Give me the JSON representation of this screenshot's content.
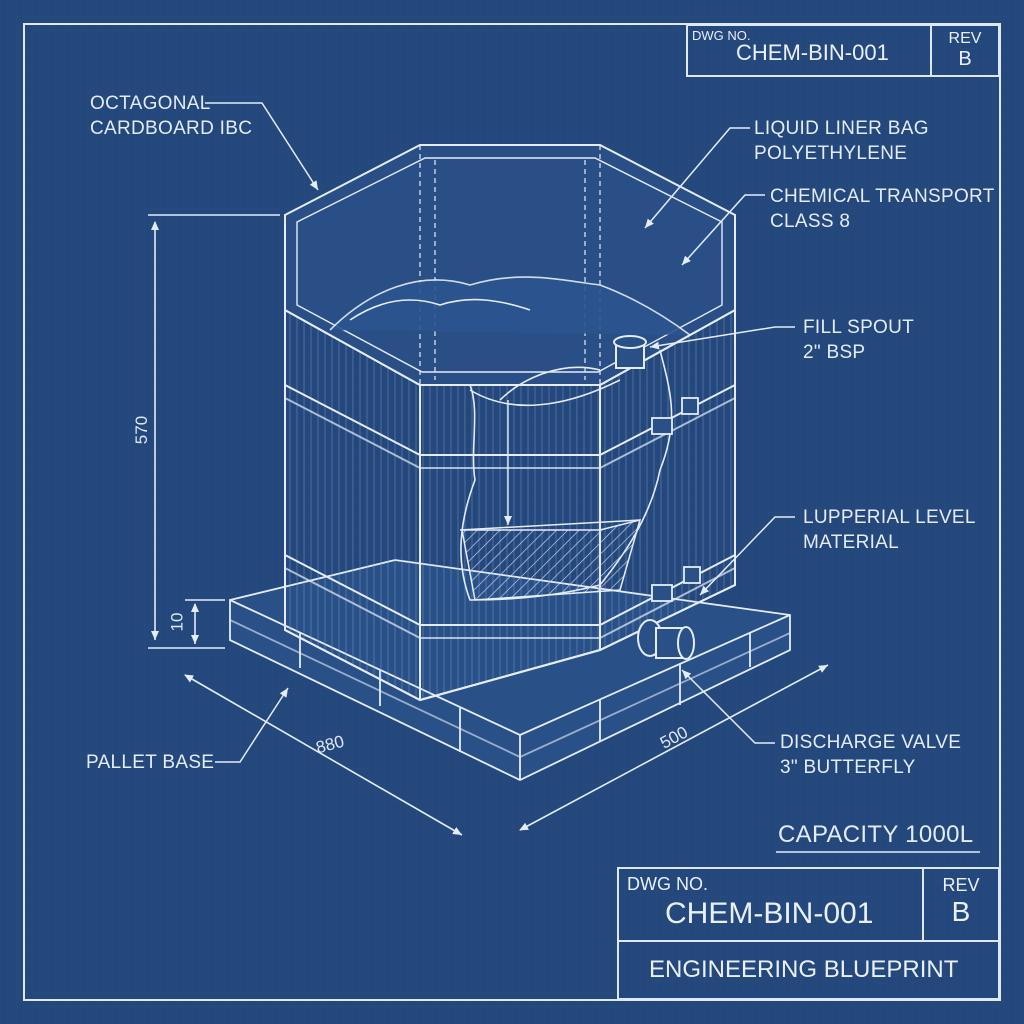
{
  "top_title_block": {
    "dwg_label": "DWG NO.",
    "dwg_number": "CHEM-BIN-001",
    "rev_label": "REV",
    "rev_value": "B"
  },
  "callouts": {
    "octagonal": [
      "OCTAGONAL",
      "CARDBOARD IBC"
    ],
    "liner": [
      "LIQUID LINER BAG",
      "POLYETHYLENE"
    ],
    "chemical": [
      "CHEMICAL TRANSPORT",
      "CLASS 8"
    ],
    "fill_spout": [
      "FILL SPOUT",
      "2\" BSP"
    ],
    "level": [
      "LUPPERIAL LEVEL",
      "MATERIAL"
    ],
    "pallet": [
      "PALLET BASE"
    ],
    "discharge": [
      "DISCHARGE VALVE",
      "3\" BUTTERFLY"
    ]
  },
  "dimensions": {
    "height": "570",
    "pallet_height": "10",
    "length": "880",
    "width": "500"
  },
  "capacity": "CAPACITY 1000L",
  "title_block": {
    "dwg_label": "DWG NO.",
    "dwg_number": "CHEM-BIN-001",
    "rev_label": "REV",
    "rev_value": "B",
    "footer": "ENGINEERING BLUEPRINT"
  },
  "colors": {
    "background": "#24477c",
    "linework": "#e4ecfa"
  }
}
